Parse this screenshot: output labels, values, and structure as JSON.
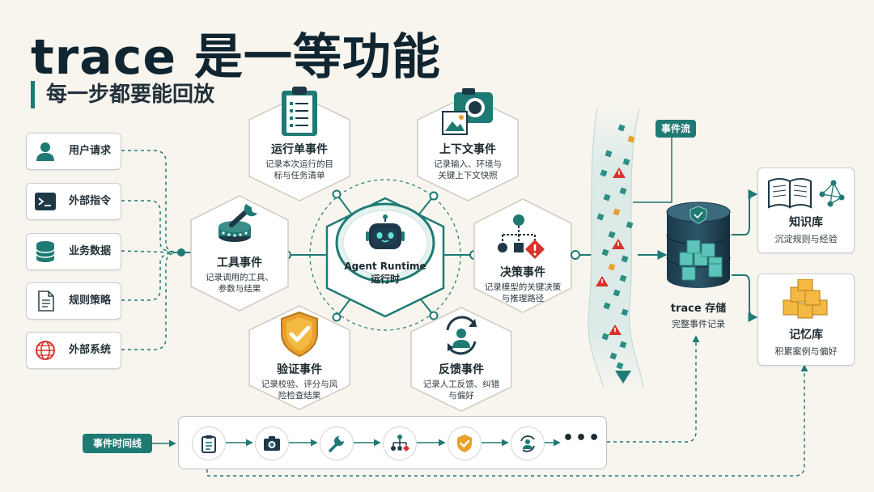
{
  "header": {
    "title": "trace 是一等功能",
    "subtitle": "每一步都要能回放"
  },
  "sources": [
    {
      "label": "用户请求",
      "icon": "user-icon"
    },
    {
      "label": "外部指令",
      "icon": "terminal-icon"
    },
    {
      "label": "业务数据",
      "icon": "database-icon"
    },
    {
      "label": "规则策略",
      "icon": "document-icon"
    },
    {
      "label": "外部系统",
      "icon": "globe-icon"
    }
  ],
  "hub": {
    "line1": "Agent Runtime",
    "line2": "运行时",
    "icon": "robot-icon"
  },
  "events": {
    "run": {
      "title": "运行单事件",
      "desc": "记录本次运行的目标与任务清单",
      "icon": "clipboard-icon"
    },
    "context": {
      "title": "上下文事件",
      "desc": "记录输入、环境与关键上下文快照",
      "icon": "camera-icon"
    },
    "tool": {
      "title": "工具事件",
      "desc": "记录调用的工具、参数与结果",
      "icon": "wrench-icon"
    },
    "decision": {
      "title": "决策事件",
      "desc": "记录模型的关键决策与推理路径",
      "icon": "decision-tree-icon"
    },
    "verify": {
      "title": "验证事件",
      "desc": "记录校验、评分与风险检查结果",
      "icon": "shield-check-icon"
    },
    "feedback": {
      "title": "反馈事件",
      "desc": "记录人工反馈、纠错与偏好",
      "icon": "feedback-icon"
    }
  },
  "stream": {
    "label": "事件流"
  },
  "store": {
    "title": "trace 存储",
    "desc": "完整事件记录",
    "icon": "storage-cylinder-icon"
  },
  "destinations": [
    {
      "title": "知识库",
      "desc": "沉淀规则与经验",
      "icon": "book-network-icon"
    },
    {
      "title": "记忆库",
      "desc": "积累案例与偏好",
      "icon": "cubes-icon"
    }
  ],
  "timeline": {
    "label": "事件时间线",
    "icons": [
      "clipboard-icon",
      "camera-icon",
      "wrench-icon",
      "decision-tree-icon",
      "shield-check-icon",
      "feedback-icon"
    ],
    "more": "•••"
  },
  "colors": {
    "teal": "#1f7a74",
    "teal_dark": "#175e5a",
    "navy": "#1d3847",
    "amber": "#e9a12b",
    "red": "#d8332d",
    "paper": "#f8f5ef"
  }
}
